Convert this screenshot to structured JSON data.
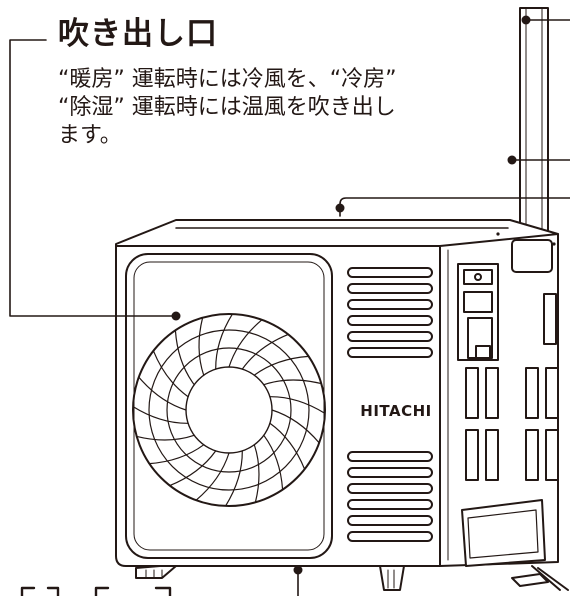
{
  "callout": {
    "title": "吹き出し口",
    "description_lines": [
      "“暖房” 運転時には冷風を、“冷房”",
      "“除湿” 運転時には温風を吹き出し",
      "ます。"
    ]
  },
  "unit": {
    "brand": "HITACHI"
  },
  "icons": {
    "fan": "fan-grille-icon"
  },
  "colors": {
    "line": "#231815",
    "background": "#ffffff"
  }
}
